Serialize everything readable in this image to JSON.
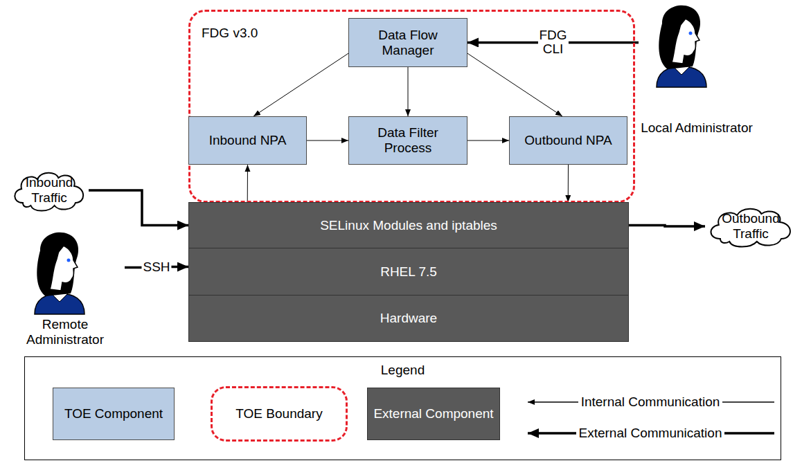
{
  "diagram": {
    "nodes": [
      {
        "text": [
          "FDG v3.0"
        ]
      },
      {
        "text": [
          "Data Flow Manager"
        ],
        "in": 0
      },
      {
        "text": [
          "Inbound NPA"
        ],
        "in": 0
      },
      {
        "text": [
          "Data Filter Process"
        ],
        "in": 0
      },
      {
        "text": [
          "Outbound NPA"
        ],
        "in": 0
      },
      {
        "text": [
          "Local Administrator"
        ]
      },
      {
        "text": [
          "Inbound Traffic"
        ]
      },
      {
        "text": [
          "SELinux Modules and iptables"
        ]
      },
      {
        "text": [
          "Remote Administrator"
        ]
      },
      {
        "text": [
          "RHEL 7.5"
        ]
      },
      {
        "text": [
          "Outbound Traffic"
        ]
      },
      {
        "text": [
          "Hardware"
        ]
      }
    ],
    "edges": [
      {
        "from": 1,
        "to": 2,
        "arrow": "to"
      },
      {
        "from": 1,
        "to": 3,
        "arrow": "to"
      },
      {
        "from": 1,
        "to": 4,
        "arrow": "to"
      },
      {
        "from": 2,
        "to": 3,
        "arrow": "to"
      },
      {
        "from": 3,
        "to": 4,
        "arrow": "to"
      },
      {
        "from": 5,
        "to": 1,
        "label": "FDG CLI",
        "arrow": "to"
      },
      {
        "from": 7,
        "to": 2,
        "arrow": "to"
      },
      {
        "from": 4,
        "to": 7,
        "arrow": "to"
      },
      {
        "from": 6,
        "to": 7,
        "arrow": "to"
      },
      {
        "from": 7,
        "to": 10,
        "arrow": "to"
      },
      {
        "from": 8,
        "to": 9,
        "label": "SSH",
        "arrow": "to"
      }
    ],
    "labels": [
      "Legend"
    ],
    "legend": [
      {
        "text": "TOE Component",
        "color": "#b8cce4"
      },
      {
        "text": "TOE Boundary"
      },
      {
        "text": "External Component",
        "color": "#595959"
      },
      {
        "text": "Internal Communication"
      },
      {
        "text": "External Communication"
      }
    ]
  }
}
